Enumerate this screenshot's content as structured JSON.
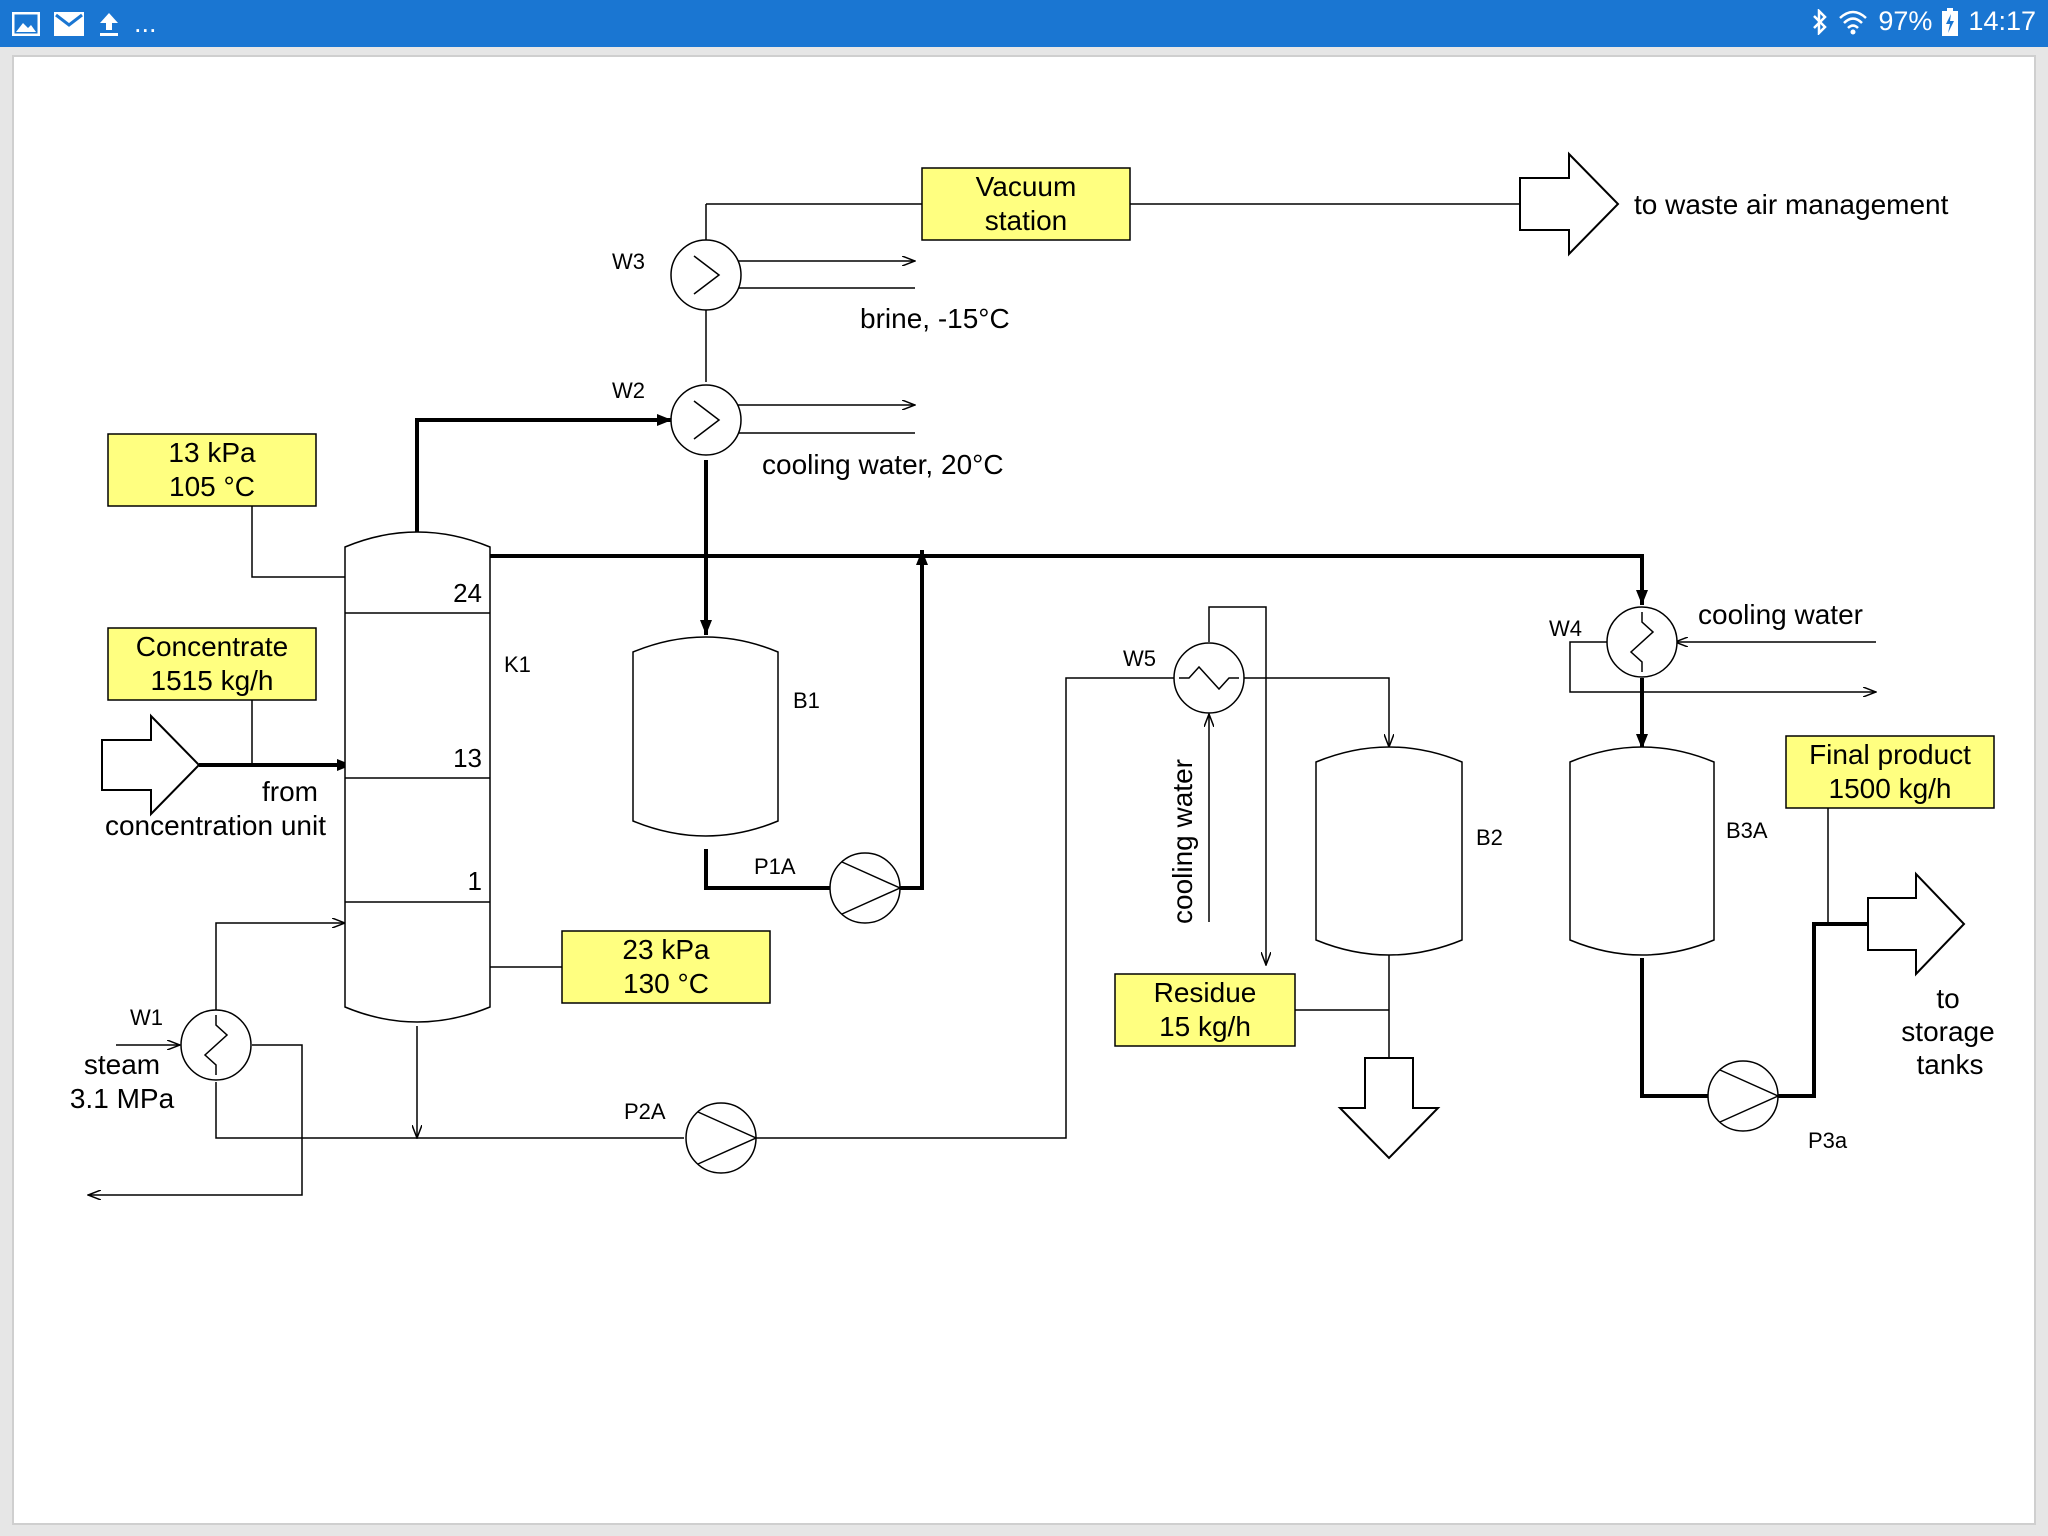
{
  "status_bar": {
    "overflow": "...",
    "battery": "97%",
    "time": "14:17",
    "icons": [
      "image-icon",
      "mail-icon",
      "upload-icon",
      "bluetooth-icon",
      "wifi-icon",
      "battery-charging-icon"
    ]
  },
  "diagram": {
    "boxes": {
      "vacuum_line1": "Vacuum",
      "vacuum_line2": "station",
      "top_cond_line1": "13 kPa",
      "top_cond_line2": "105 °C",
      "feed_line1": "Concentrate",
      "feed_line2": "1515 kg/h",
      "bottom_cond_line1": "23 kPa",
      "bottom_cond_line2": "130 °C",
      "residue_line1": "Residue",
      "residue_line2": "15 kg/h",
      "product_line1": "Final product",
      "product_line2": "1500 kg/h"
    },
    "labels": {
      "waste_air": "to waste air management",
      "brine": "brine, -15°C",
      "cooling_water_20": "cooling water, 20°C",
      "from_line1": "from",
      "from_line2": "concentration unit",
      "steam_line1": "steam",
      "steam_line2": "3.1 MPa",
      "cooling_water_w4": "cooling water",
      "cooling_water_w5": "cooling water",
      "to_line1": "to",
      "to_line2": "storage",
      "to_line3": "tanks"
    },
    "tags": {
      "W1": "W1",
      "W2": "W2",
      "W3": "W3",
      "W4": "W4",
      "W5": "W5",
      "K1": "K1",
      "B1": "B1",
      "B2": "B2",
      "B3A": "B3A",
      "P1A": "P1A",
      "P2A": "P2A",
      "P3a": "P3a",
      "tray_24": "24",
      "tray_13": "13",
      "tray_1": "1"
    },
    "colors": {
      "box_fill": "#ffff80",
      "line": "#000000",
      "status_bar": "#1a76d2"
    }
  }
}
